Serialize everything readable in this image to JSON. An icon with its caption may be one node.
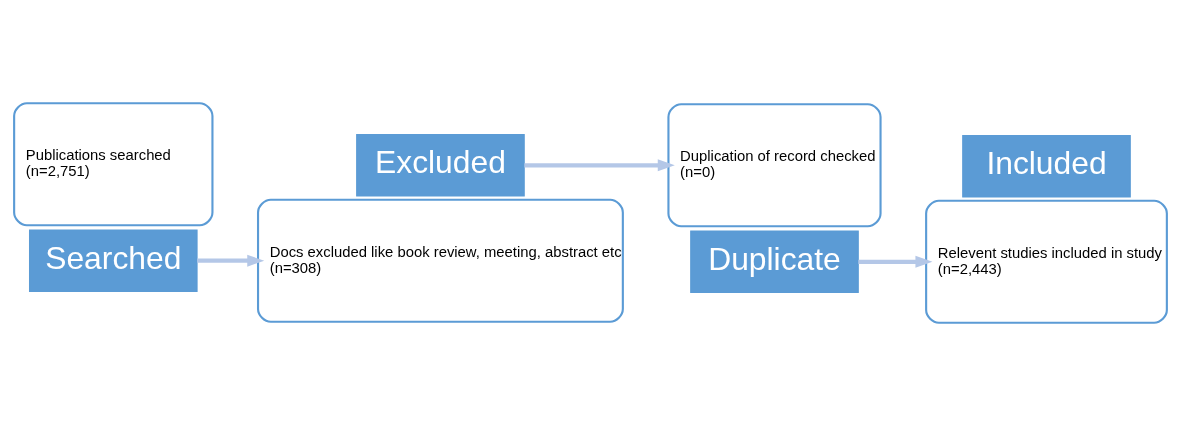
{
  "diagram": {
    "nodes": [
      {
        "text": [
          "Publications searched",
          "(n=2,751)"
        ]
      },
      {
        "text": [
          "Searched"
        ]
      },
      {
        "text": [
          "Docs excluded like book review, meeting, abstract etc",
          "(n=308)"
        ]
      },
      {
        "text": [
          "Excluded"
        ]
      },
      {
        "text": [
          "Duplication of record checked",
          "(n=0)"
        ]
      },
      {
        "text": [
          "Duplicate"
        ]
      },
      {
        "text": [
          "Relevent studies included in study",
          "(n=2,443)"
        ]
      },
      {
        "text": [
          "Included"
        ]
      }
    ],
    "edges": [
      {
        "from": 1,
        "to": 2,
        "arrow": "to"
      },
      {
        "from": 3,
        "to": 4,
        "arrow": "to"
      },
      {
        "from": 5,
        "to": 6,
        "arrow": "to"
      }
    ]
  }
}
